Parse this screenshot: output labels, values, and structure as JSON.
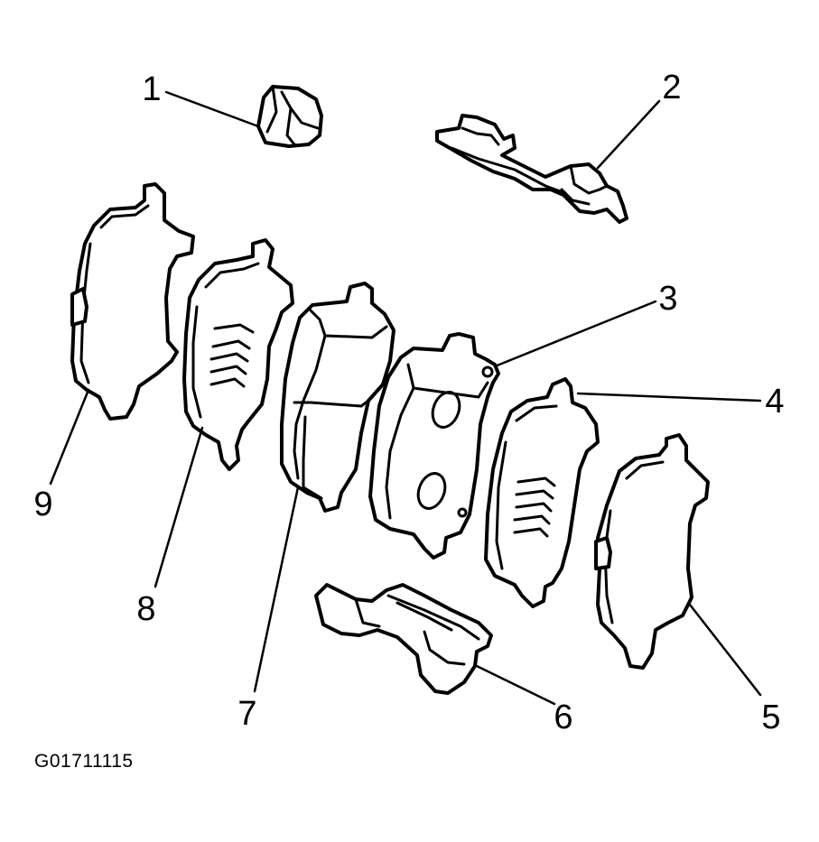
{
  "figure_id": "G01711115",
  "callouts": [
    {
      "number": "1",
      "icon": "clip-icon"
    },
    {
      "number": "2",
      "icon": "spring-clip-icon"
    },
    {
      "number": "3",
      "icon": "brake-pad-icon"
    },
    {
      "number": "4",
      "icon": "shim-icon"
    },
    {
      "number": "5",
      "icon": "insulator-icon"
    },
    {
      "number": "6",
      "icon": "spring-clip-icon"
    },
    {
      "number": "7",
      "icon": "brake-pad-icon"
    },
    {
      "number": "8",
      "icon": "shim-icon"
    },
    {
      "number": "9",
      "icon": "insulator-icon"
    }
  ]
}
